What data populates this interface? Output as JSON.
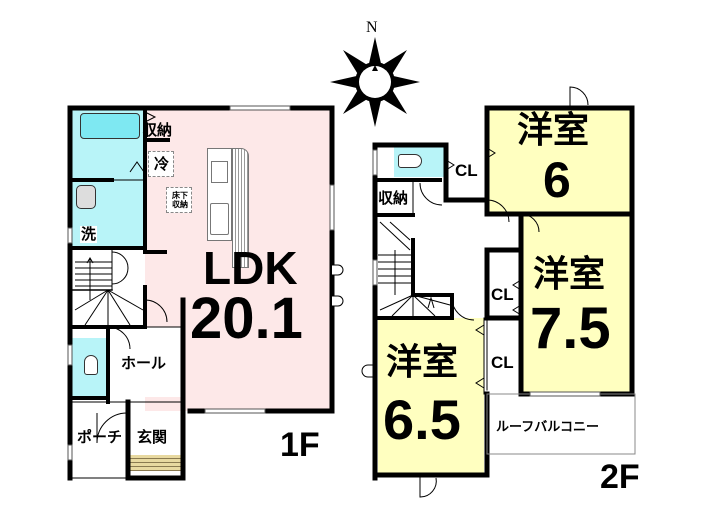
{
  "compass": {
    "label": "N",
    "icon": "compass-rose-icon"
  },
  "floor1": {
    "floor_label": "1F",
    "rooms": {
      "ldk": {
        "name": "LDK",
        "size": "20.1",
        "color": "#fde8e8"
      },
      "bath": {
        "color": "#b8f4f8"
      },
      "storage": {
        "label": "収納"
      },
      "fridge": {
        "label": "冷"
      },
      "underfloor_storage": {
        "line1": "床下",
        "line2": "収納"
      },
      "washroom": {
        "label": "洗"
      },
      "hall": {
        "label": "ホール"
      },
      "porch": {
        "label": "ポーチ"
      },
      "entrance": {
        "label": "玄関"
      },
      "toilet": {
        "color": "#b8f4f8"
      }
    }
  },
  "floor2": {
    "floor_label": "2F",
    "rooms": {
      "western6": {
        "name": "洋室",
        "size": "6",
        "color": "#ffffc0"
      },
      "western75": {
        "name": "洋室",
        "size": "7.5",
        "color": "#ffffc0"
      },
      "western65": {
        "name": "洋室",
        "size": "6.5",
        "color": "#ffffc0"
      },
      "closet_top": {
        "label": "CL"
      },
      "closet_mid": {
        "label": "CL"
      },
      "closet_low": {
        "label": "CL"
      },
      "storage": {
        "label": "収納"
      },
      "roof_balcony": {
        "label": "ルーフバルコニー"
      },
      "toilet": {
        "color": "#b8f4f8"
      }
    }
  },
  "colors": {
    "wall": "#000000",
    "ldk": "#fde8e8",
    "wet": "#b8f4f8",
    "western": "#ffffc0",
    "entrance_step": "#e8d9a0"
  }
}
